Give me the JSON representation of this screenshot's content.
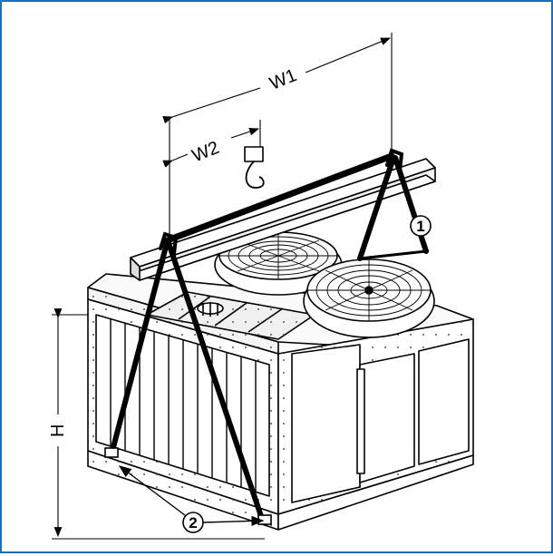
{
  "frame": {
    "border_color": "#1a6fc0"
  },
  "dimensions": {
    "w1": "W1",
    "w2": "W2",
    "h": "H"
  },
  "callouts": {
    "spreader_bar": "1",
    "lifting_points": "2"
  }
}
